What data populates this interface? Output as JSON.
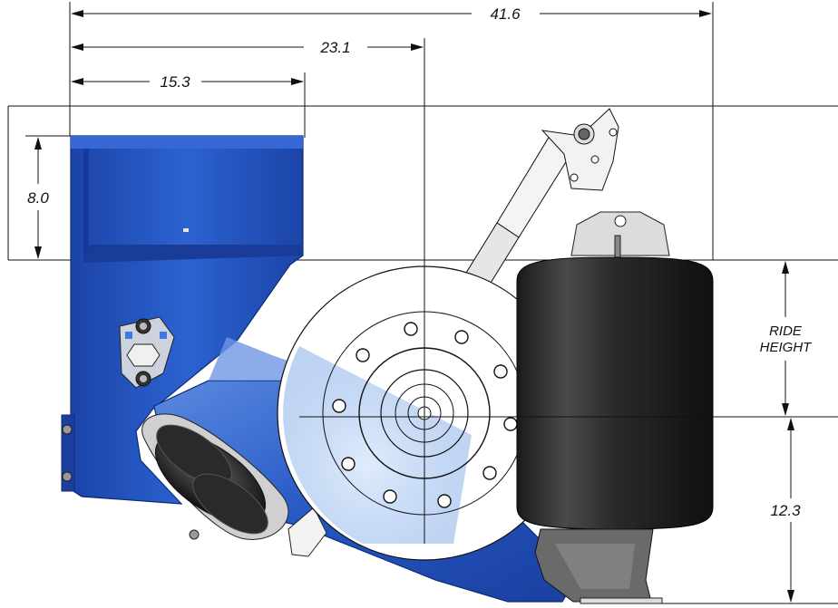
{
  "dimensions": {
    "overall_length": "41.6",
    "axle_position": "23.1",
    "hanger_width": "15.3",
    "hanger_height": "8.0",
    "ride_height_line1": "RIDE",
    "ride_height_line2": "HEIGHT",
    "axle_to_ground": "12.3"
  },
  "colors": {
    "frame_blue": "#2456c4",
    "frame_blue_dark": "#1a3f9e",
    "air_spring": "#1c1c1c",
    "line": "#111111"
  }
}
